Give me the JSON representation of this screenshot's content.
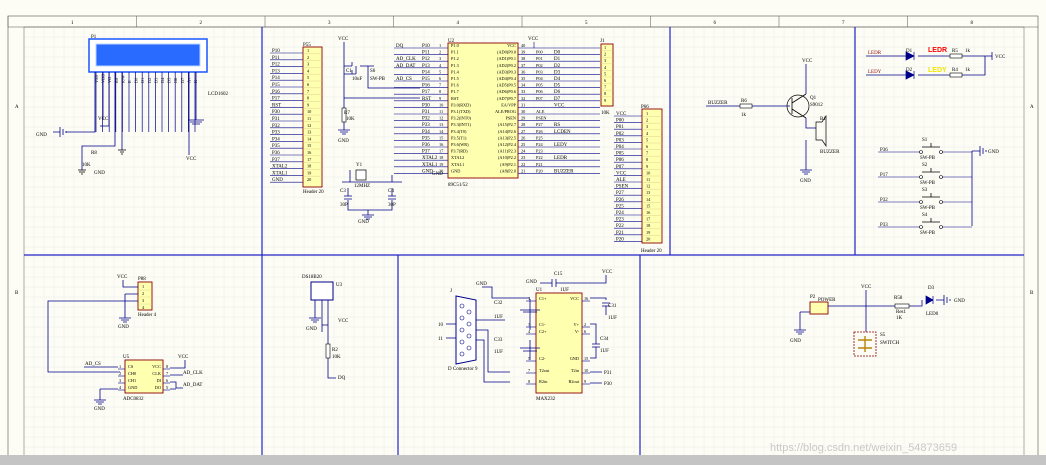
{
  "frame": {
    "columns": [
      "1",
      "2",
      "3",
      "4",
      "5",
      "6",
      "7",
      "8"
    ],
    "rows": [
      "A",
      "B"
    ]
  },
  "colors": {
    "background": "#fdfdf5",
    "sheet_border": "#2323c8",
    "wire": "#00008b",
    "component_body": "#ffffb0",
    "label": "#000000",
    "led_red": "#ff0000",
    "led_yellow": "#f2e600"
  },
  "watermark": "https://blog.csdn.net/weixin_54873659",
  "lcd": {
    "designator": "P1",
    "name": "LCD1602",
    "pins": [
      "VSS",
      "VDD",
      "VO",
      "RS",
      "R/W",
      "E",
      "D0",
      "D1",
      "D2",
      "D3",
      "D4",
      "D5",
      "D6",
      "D7",
      "A+",
      "K-"
    ],
    "r_label": "R8",
    "r_value": "10K",
    "gnd": "GND",
    "vcc": "VCC"
  },
  "p55": {
    "designator": "P55",
    "footer": "Header 20",
    "nets": [
      "P10",
      "P11",
      "P12",
      "P13",
      "P14",
      "P15",
      "P16",
      "P17",
      "RST",
      "P30",
      "P31",
      "P32",
      "P33",
      "P34",
      "P35",
      "P36",
      "P37",
      "XTAL2",
      "XTAL1",
      "GND"
    ]
  },
  "mcu": {
    "designator": "U2",
    "part": "89C51/52",
    "left_nets": [
      "DQ",
      "",
      "AD_CLK",
      "AD_DAT",
      "",
      "AD_CS",
      "",
      "",
      "",
      "",
      "",
      "",
      "",
      "",
      "",
      "",
      "",
      "",
      "",
      ""
    ],
    "left_names": [
      "P10",
      "P11",
      "P12",
      "P13",
      "P14",
      "P15",
      "P16",
      "P17",
      "RST",
      "P30",
      "P31",
      "P32",
      "P33",
      "P34",
      "P35",
      "P36",
      "P37",
      "XTAL2",
      "XTAL1",
      "GND"
    ],
    "left_nums": [
      "1",
      "2",
      "3",
      "4",
      "5",
      "6",
      "7",
      "8",
      "9",
      "10",
      "11",
      "12",
      "13",
      "14",
      "15",
      "16",
      "17",
      "18",
      "19",
      "20"
    ],
    "left_fn": [
      "P1.0",
      "P1.1",
      "P1.2",
      "P1.3",
      "P1.4",
      "P1.5",
      "P1.6",
      "P1.7",
      "RST",
      "P3.0(RXD)",
      "P3.1(TXD)",
      "P3.2(INT0)",
      "P3.3(INT1)",
      "P3.4(T0)",
      "P3.5(T1)",
      "P3.6(WR)",
      "P3.7(RD)",
      "XTAL2",
      "XTAL1",
      "GND"
    ],
    "right_fn": [
      "VCC",
      "(AD0)P0.0",
      "(AD1)P0.1",
      "(AD2)P0.2",
      "(AD3)P0.3",
      "(AD4)P0.4",
      "(AD5)P0.5",
      "(AD6)P0.6",
      "(AD7)P0.7",
      "EA/VPP",
      "ALE/PROG",
      "PSEN",
      "(A15)P2.7",
      "(A14)P2.6",
      "(A13)P2.5",
      "(A12)P2.4",
      "(A11)P2.3",
      "(A10)P2.2",
      "(A9)P2.1",
      "(A8)P2.0"
    ],
    "right_nums": [
      "40",
      "39",
      "38",
      "37",
      "36",
      "35",
      "34",
      "33",
      "32",
      "31",
      "30",
      "29",
      "28",
      "27",
      "26",
      "25",
      "24",
      "23",
      "22",
      "21"
    ],
    "right_names": [
      "",
      "P00",
      "P01",
      "P02",
      "P03",
      "P04",
      "P05",
      "P06",
      "P07",
      "",
      "ALE",
      "PSEN",
      "P27",
      "P26",
      "P25",
      "P24",
      "P23",
      "P22",
      "P21",
      "P20"
    ],
    "right_nets": [
      "",
      "D0",
      "D1",
      "D2",
      "D3",
      "D4",
      "D5",
      "D6",
      "D7",
      "VCC",
      "",
      "",
      "RS",
      "LCDEN",
      "",
      "LEDY",
      "",
      "LEDR",
      "",
      "BUZZER"
    ]
  },
  "reset": {
    "vcc": "VCC",
    "c": "C1",
    "c_val": "10uF",
    "sw": "S6",
    "sw_type": "SW-PB",
    "r": "R7",
    "r_val": "10K",
    "gnd": "GND"
  },
  "crystal": {
    "y": "Y1",
    "freq": "12MHZ",
    "c3": "C3",
    "c3_val": "30P",
    "c4": "C4",
    "c4_val": "30P",
    "gnd": "GND"
  },
  "j1": {
    "designator": "J1",
    "r": "10K",
    "nums": [
      "1",
      "2",
      "3",
      "4",
      "5",
      "6",
      "7",
      "8",
      "9"
    ]
  },
  "p66": {
    "designator": "P66",
    "footer": "Header 20",
    "nets": [
      "VCC",
      "P00",
      "P01",
      "P02",
      "P03",
      "P04",
      "P05",
      "P06",
      "P07",
      "VCC",
      "ALE",
      "PSEN",
      "P27",
      "P26",
      "P25",
      "P24",
      "P23",
      "P22",
      "P21",
      "P20"
    ]
  },
  "buzzer": {
    "net": "BUZZER",
    "r": "R6",
    "r_val": "1k",
    "q": "Q1",
    "q_part": "S9012",
    "b": "B1",
    "b_name": "BUZZER",
    "vcc": "VCC",
    "gnd": "GND"
  },
  "leds": {
    "d1": "D1",
    "d1_net": "LEDR",
    "d1_name": "LEDR",
    "d2": "D2",
    "d2_net": "LEDY",
    "d2_name": "LEDY",
    "r5": "R5",
    "r5_val": "1k",
    "r4": "R4",
    "r4_val": "1k",
    "vcc": "VCC"
  },
  "switches": [
    {
      "net": "P36",
      "name": "S1",
      "type": "SW-PB"
    },
    {
      "net": "P17",
      "name": "S2",
      "type": "SW-PB"
    },
    {
      "net": "P32",
      "name": "S3",
      "type": "SW-PB"
    },
    {
      "net": "P33",
      "name": "S4",
      "type": "SW-PB"
    }
  ],
  "switch_gnd": "GND",
  "p88": {
    "designator": "P88",
    "footer": "Header 4",
    "vcc": "VCC",
    "gnd": "GND",
    "nums": [
      "1",
      "2",
      "3",
      "4"
    ]
  },
  "adc": {
    "designator": "U5",
    "part": "ADC0832",
    "left": [
      "CS",
      "CH0",
      "CH1",
      "GND"
    ],
    "right": [
      "VCC",
      "CLK",
      "DI",
      "DO"
    ],
    "left_nums": [
      "1",
      "2",
      "3",
      "4"
    ],
    "right_nums": [
      "8",
      "7",
      "6",
      "5"
    ],
    "net_cs": "AD_CS",
    "net_clk": "AD_CLK",
    "net_dat": "AD_DAT",
    "vcc": "VCC",
    "gnd": "GND"
  },
  "ds18b20": {
    "name": "DS18B20",
    "designator": "U3",
    "r": "R2",
    "r_val": "10K",
    "vcc": "VCC",
    "net": "DQ",
    "gnd": "GND"
  },
  "db9": {
    "designator": "J",
    "name": "D Connector 9",
    "pins": [
      "10",
      "11"
    ]
  },
  "max232": {
    "designator": "U1",
    "part": "MAX232",
    "left": [
      "C1+",
      "C1-",
      "C2+",
      "C2-",
      "T2out",
      "R2in"
    ],
    "right": [
      "VCC",
      "V+",
      "V-",
      "GND",
      "T2in",
      "R2out"
    ],
    "left_nums": [
      "1",
      "3",
      "4",
      "5",
      "7",
      "8"
    ],
    "right_nums": [
      "16",
      "2",
      "6",
      "15",
      "10",
      "9"
    ],
    "c15": "C15",
    "c15_val": "1UF",
    "c32": "C32",
    "c33": "C33",
    "c31": "C31",
    "c34": "C34",
    "cap_val": "1UF",
    "net_t": "P31",
    "net_r": "P30",
    "vcc": "VCC",
    "gnd": "GND"
  },
  "power": {
    "p2": "P2",
    "p2_name": "POWER",
    "r58": "R58",
    "r58_name": "Res1",
    "r58_val": "1K",
    "d3": "D3",
    "d3_name": "LED0",
    "s5": "S5",
    "s5_name": "SWITCH",
    "vcc": "VCC",
    "gnd": "GND"
  }
}
